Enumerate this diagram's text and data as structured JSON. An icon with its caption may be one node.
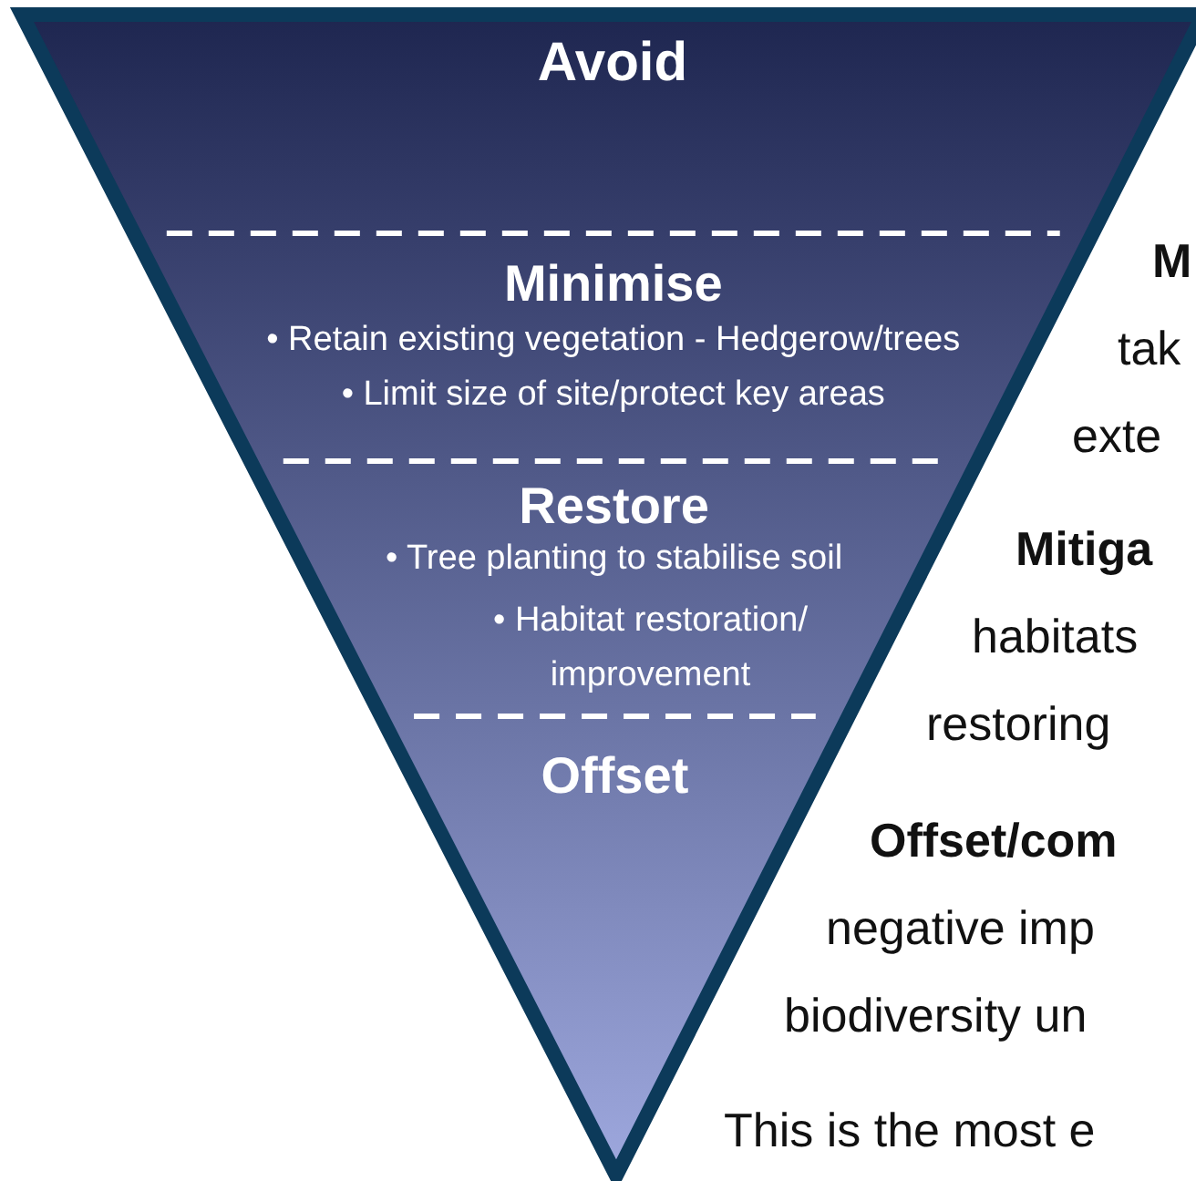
{
  "diagram": {
    "nodes": [
      {
        "text": [
          "Avoid"
        ]
      },
      {
        "text": [
          "Minimise",
          "• Retain existing vegetation - Hedgerow/trees",
          "• Limit size of site/protect key areas"
        ]
      },
      {
        "text": [
          "Restore",
          "• Tree planting to stabilise soil",
          "• Habitat restoration/ improvement"
        ]
      },
      {
        "text": [
          "Offset"
        ]
      }
    ],
    "edges": [],
    "labels": [
      "M",
      "tak",
      "exte",
      "Mitiga",
      "habitats",
      "restoring",
      "Offset/com",
      "negative imp",
      "biodiversity un",
      "This is the most e"
    ]
  }
}
